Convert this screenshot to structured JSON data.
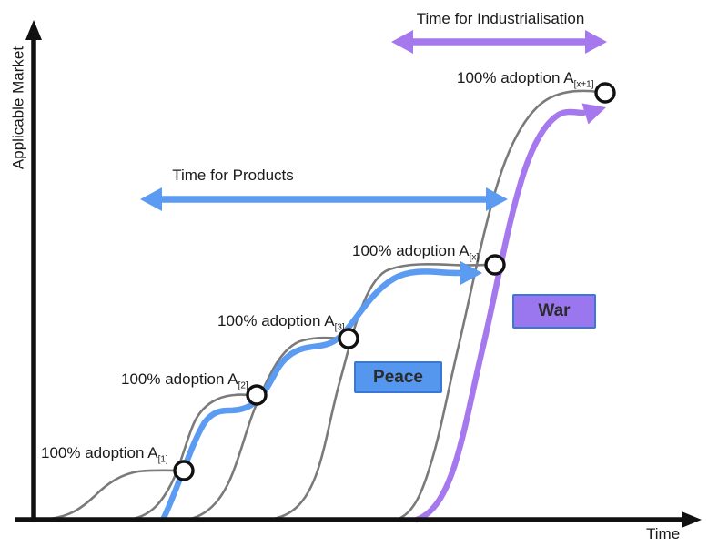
{
  "axes": {
    "y_label": "Applicable Market",
    "x_label": "Time"
  },
  "spans": {
    "industrialisation": "Time for Industrialisation",
    "products": "Time for Products"
  },
  "adoption_labels": [
    {
      "text": "100% adoption A",
      "sub": "[1]"
    },
    {
      "text": "100% adoption A",
      "sub": "[2]"
    },
    {
      "text": "100% adoption A",
      "sub": "[3]"
    },
    {
      "text": "100% adoption A",
      "sub": "[x]"
    },
    {
      "text": "100% adoption A",
      "sub": "[x+1]"
    }
  ],
  "boxes": {
    "peace": "Peace",
    "war": "War"
  },
  "colors": {
    "blue": "#5B9BF2",
    "purple": "#A678EE",
    "gray_curve": "#7A7A7A",
    "axis": "#111111",
    "text": "#1A1A1A",
    "peace_fill": "#5597EE",
    "war_fill": "#9B77EF",
    "box_border": "#3B77D8",
    "marker_fill": "#FFFFFF",
    "marker_stroke": "#111111"
  }
}
